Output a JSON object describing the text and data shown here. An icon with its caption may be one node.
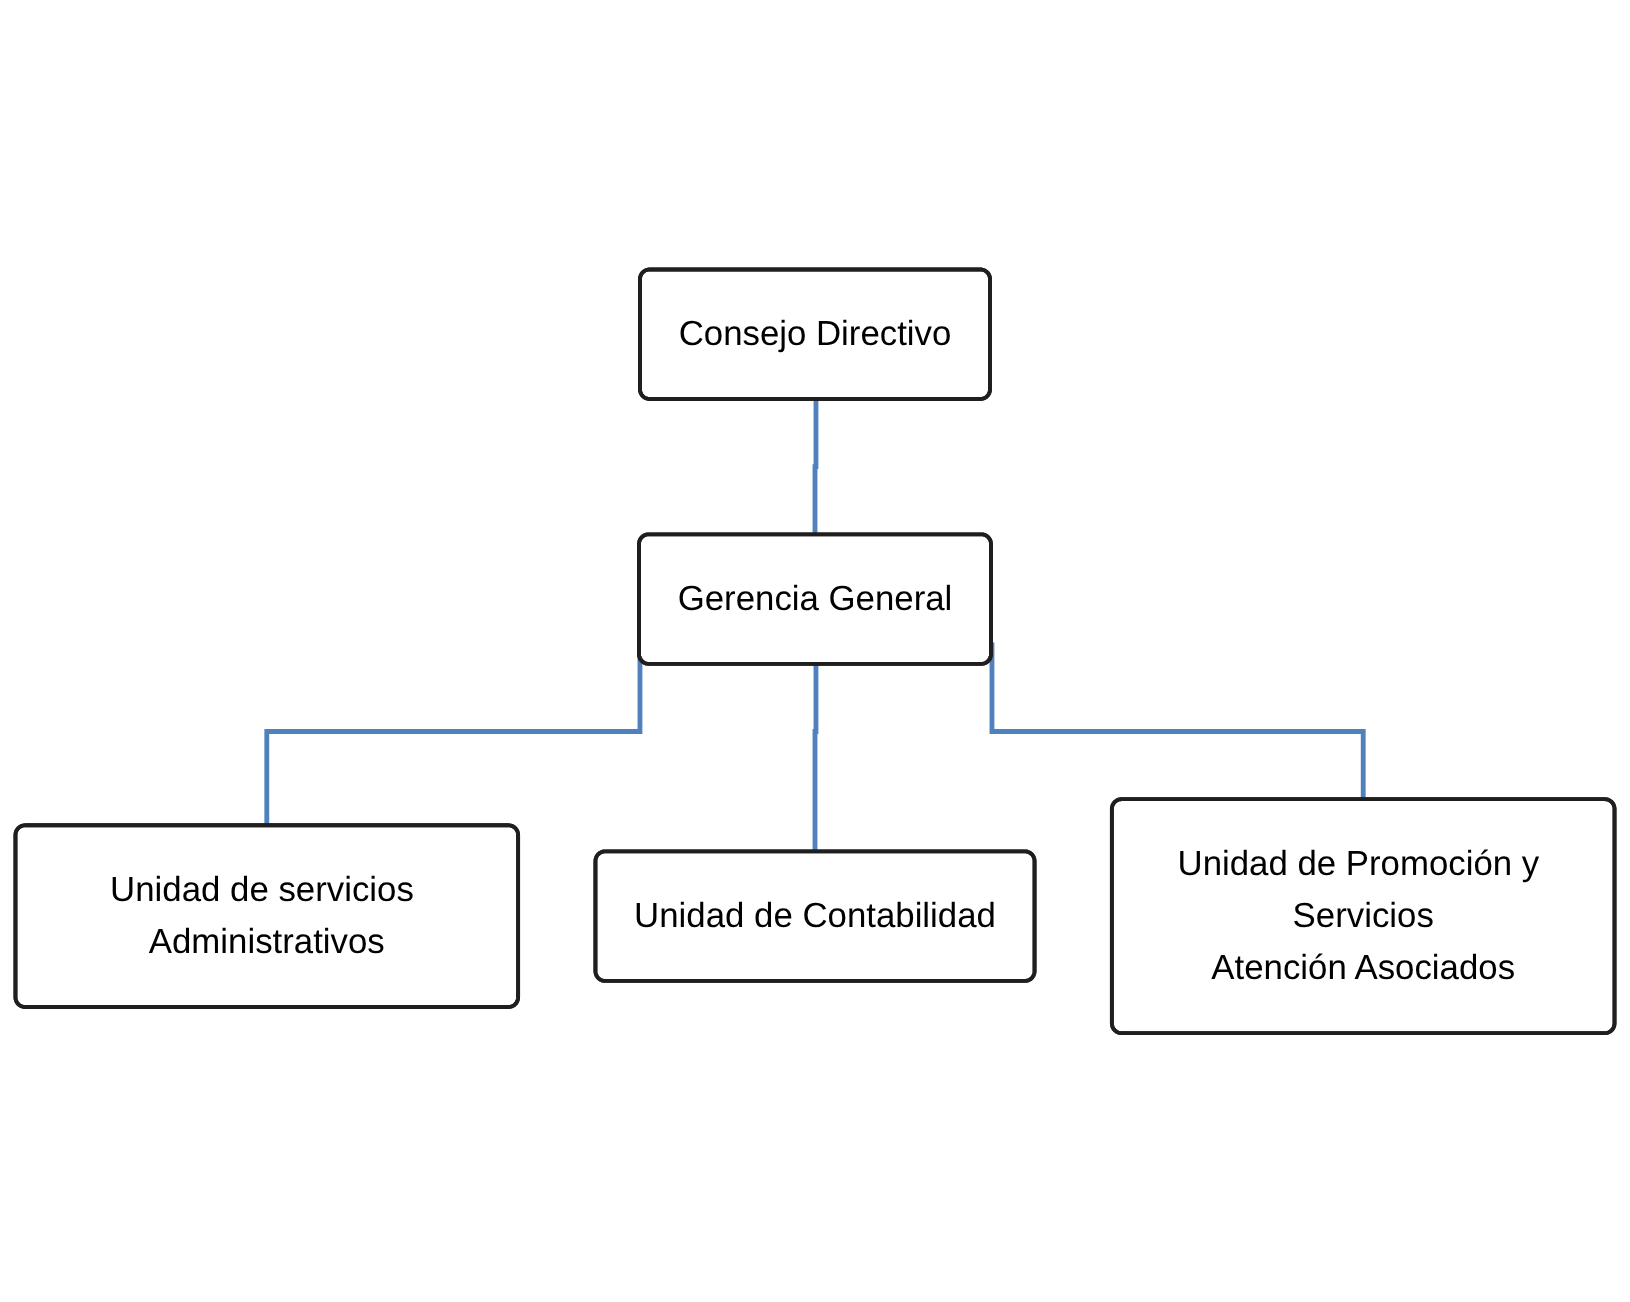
{
  "diagram": {
    "nodes": [
      {
        "text": [
          "Consejo Directivo"
        ]
      },
      {
        "text": [
          "Gerencia General"
        ]
      },
      {
        "text": [
          "Unidad de servicios Administrativos"
        ]
      },
      {
        "text": [
          "Unidad de Contabilidad"
        ]
      },
      {
        "text": [
          "Unidad de Promoción y Servicios",
          "Atención Asociados"
        ]
      }
    ],
    "edges": [
      {
        "from": 0,
        "to": 1,
        "arrow": "none"
      },
      {
        "from": 1,
        "to": 2,
        "arrow": "none"
      },
      {
        "from": 1,
        "to": 3,
        "arrow": "none"
      },
      {
        "from": 1,
        "to": 4,
        "arrow": "none"
      }
    ]
  }
}
